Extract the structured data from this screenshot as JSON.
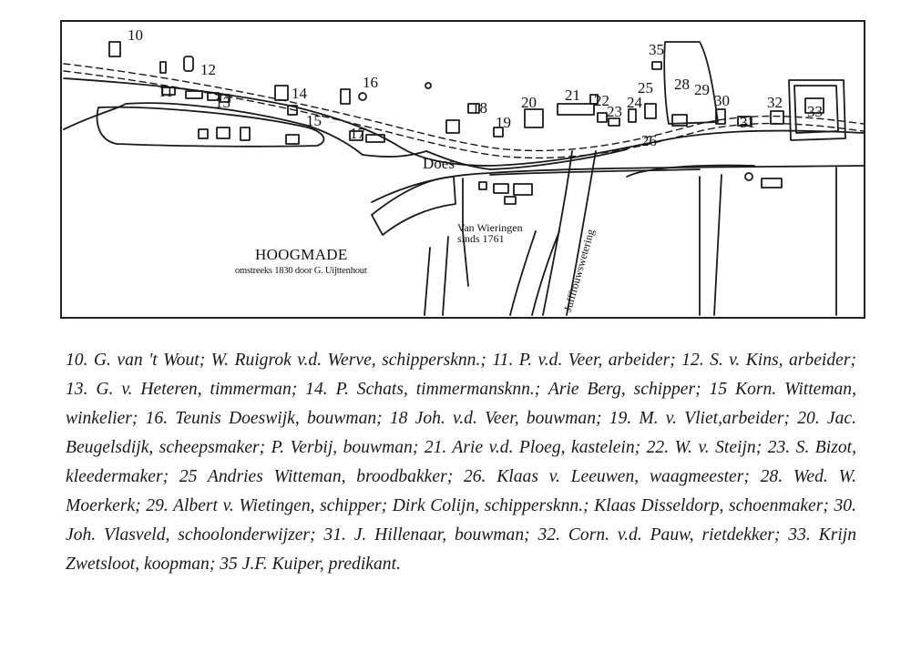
{
  "map": {
    "title": "HOOGMADE",
    "subtitle": "omstreeks 1830 door G. Uijttenhout",
    "water_label": "Does",
    "estate_label_line1": "Van Wieringen",
    "estate_label_line2": "sinds 1761",
    "canal_label": "Jufffrouwswetering",
    "numbers": [
      "10",
      "11",
      "12",
      "13",
      "14",
      "15",
      "16",
      "17",
      "18",
      "19",
      "20",
      "21",
      "22",
      "23",
      "24",
      "25",
      "26",
      "28",
      "29",
      "30",
      "31",
      "32",
      "33",
      "35"
    ]
  },
  "legend": {
    "text": "10. G. van 't Wout; W. Ruigrok v.d. Werve, schippersknn.; 11. P. v.d. Veer, arbeider; 12. S. v. Kins, arbeider; 13. G. v. Heteren, timmerman; 14. P. Schats, timmermansknn.; Arie Berg, schipper; 15 Korn. Witteman, winkelier; 16. Teunis Doeswijk, bouwman; 18 Joh. v.d. Veer, bouwman; 19. M. v. Vliet,arbeider; 20. Jac. Beugelsdijk, scheepsmaker; P. Verbij, bouwman; 21. Arie v.d. Ploeg, kastelein; 22. W. v. Steijn; 23. S. Bizot, kleedermaker; 25 Andries Witteman, broodbakker; 26. Klaas v. Leeuwen, waagmeester; 28. Wed. W. Moerkerk; 29. Albert v. Wietingen, schipper; Dirk Colijn, schippersknn.; Klaas Disseldorp, schoenmaker; 30. Joh. Vlasveld, schoolonderwijzer; 31. J. Hillenaar, bouwman; 32. Corn. v.d. Pauw, rietdekker; 33. Krijn Zwetsloot, koopman; 35 J.F. Kuiper, predikant."
  }
}
